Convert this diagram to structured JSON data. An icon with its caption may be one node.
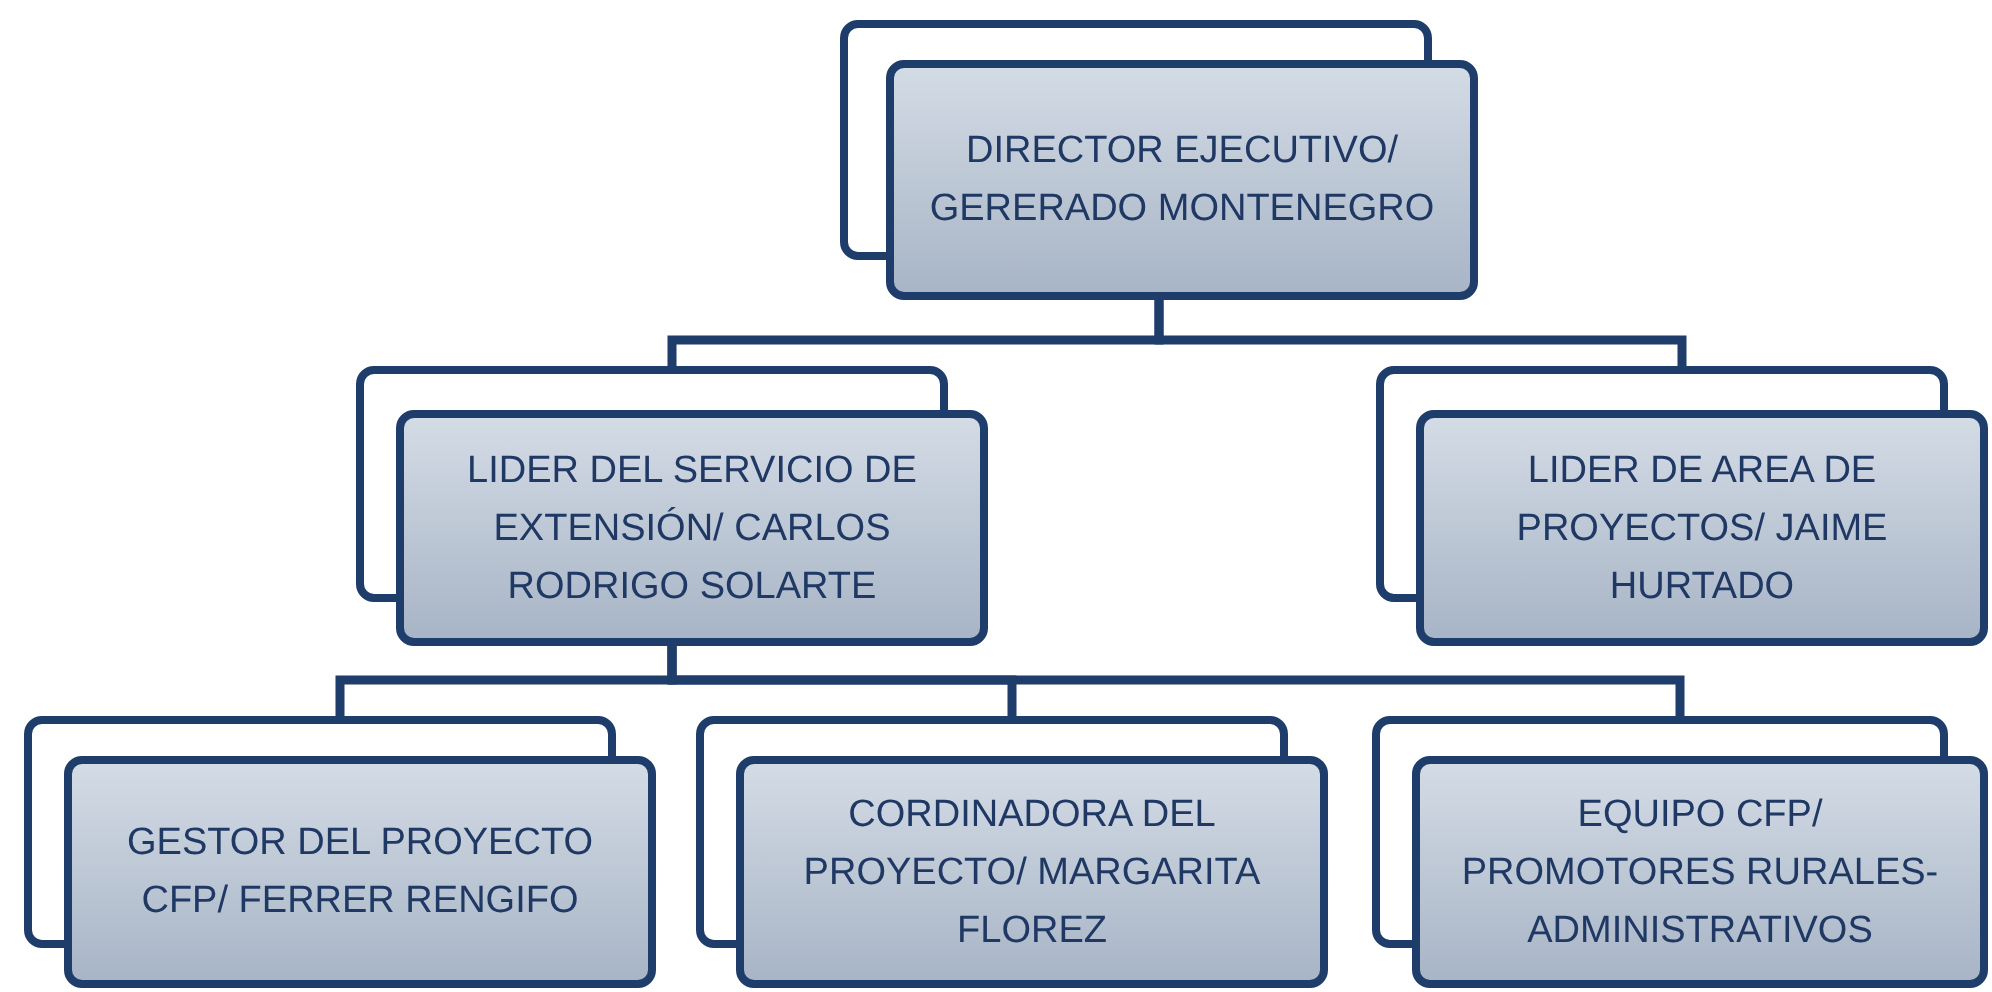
{
  "diagram": {
    "nodes": [
      {
        "text": [
          "DIRECTOR EJECUTIVO/ GERERADO MONTENEGRO"
        ]
      },
      {
        "text": [
          "LIDER DEL SERVICIO DE EXTENSIÓN/ CARLOS RODRIGO SOLARTE"
        ]
      },
      {
        "text": [
          "LIDER DE AREA DE PROYECTOS/ JAIME HURTADO"
        ]
      },
      {
        "text": [
          "GESTOR DEL PROYECTO CFP/ FERRER RENGIFO"
        ]
      },
      {
        "text": [
          "CORDINADORA DEL PROYECTO/ MARGARITA FLOREZ"
        ]
      },
      {
        "text": [
          "EQUIPO CFP/ PROMOTORES RURALES-ADMINISTRATIVOS"
        ]
      }
    ],
    "edges": [
      {
        "from": 0,
        "to": 1,
        "arrow": "none"
      },
      {
        "from": 0,
        "to": 2,
        "arrow": "none"
      },
      {
        "from": 1,
        "to": 3,
        "arrow": "none"
      },
      {
        "from": 1,
        "to": 4,
        "arrow": "none"
      },
      {
        "from": 1,
        "to": 5,
        "arrow": "none"
      }
    ]
  }
}
